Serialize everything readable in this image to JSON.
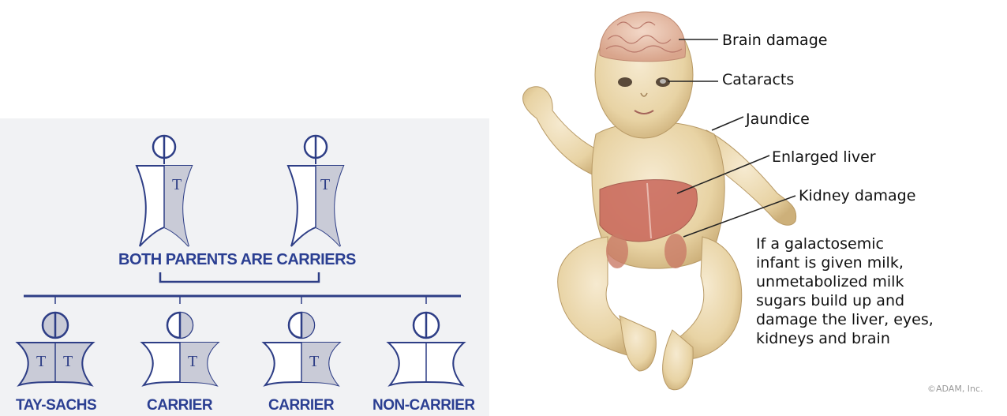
{
  "inheritance": {
    "parents_caption": "BOTH PARENTS ARE CARRIERS",
    "gene_letter": "T",
    "children": [
      {
        "label": "TAY-SACHS"
      },
      {
        "label": "CARRIER"
      },
      {
        "label": "CARRIER"
      },
      {
        "label": "NON-CARRIER"
      }
    ]
  },
  "galactosemia": {
    "callouts": {
      "brain": "Brain damage",
      "cataracts": "Cataracts",
      "jaundice": "Jaundice",
      "liver": "Enlarged liver",
      "kidney": "Kidney damage"
    },
    "note_lines": [
      "If a galactosemic",
      "infant is given milk,",
      "unmetabolized milk",
      "sugars build up and",
      "damage the liver, eyes,",
      "kidneys and brain"
    ],
    "credit": "©ADAM, Inc."
  },
  "colors": {
    "figure_fill": "#c9cbd7",
    "outline": "#2e3e86",
    "caption_blue": "#2b3f92",
    "skin": "#ecd9ad",
    "liver": "#c9665a"
  }
}
